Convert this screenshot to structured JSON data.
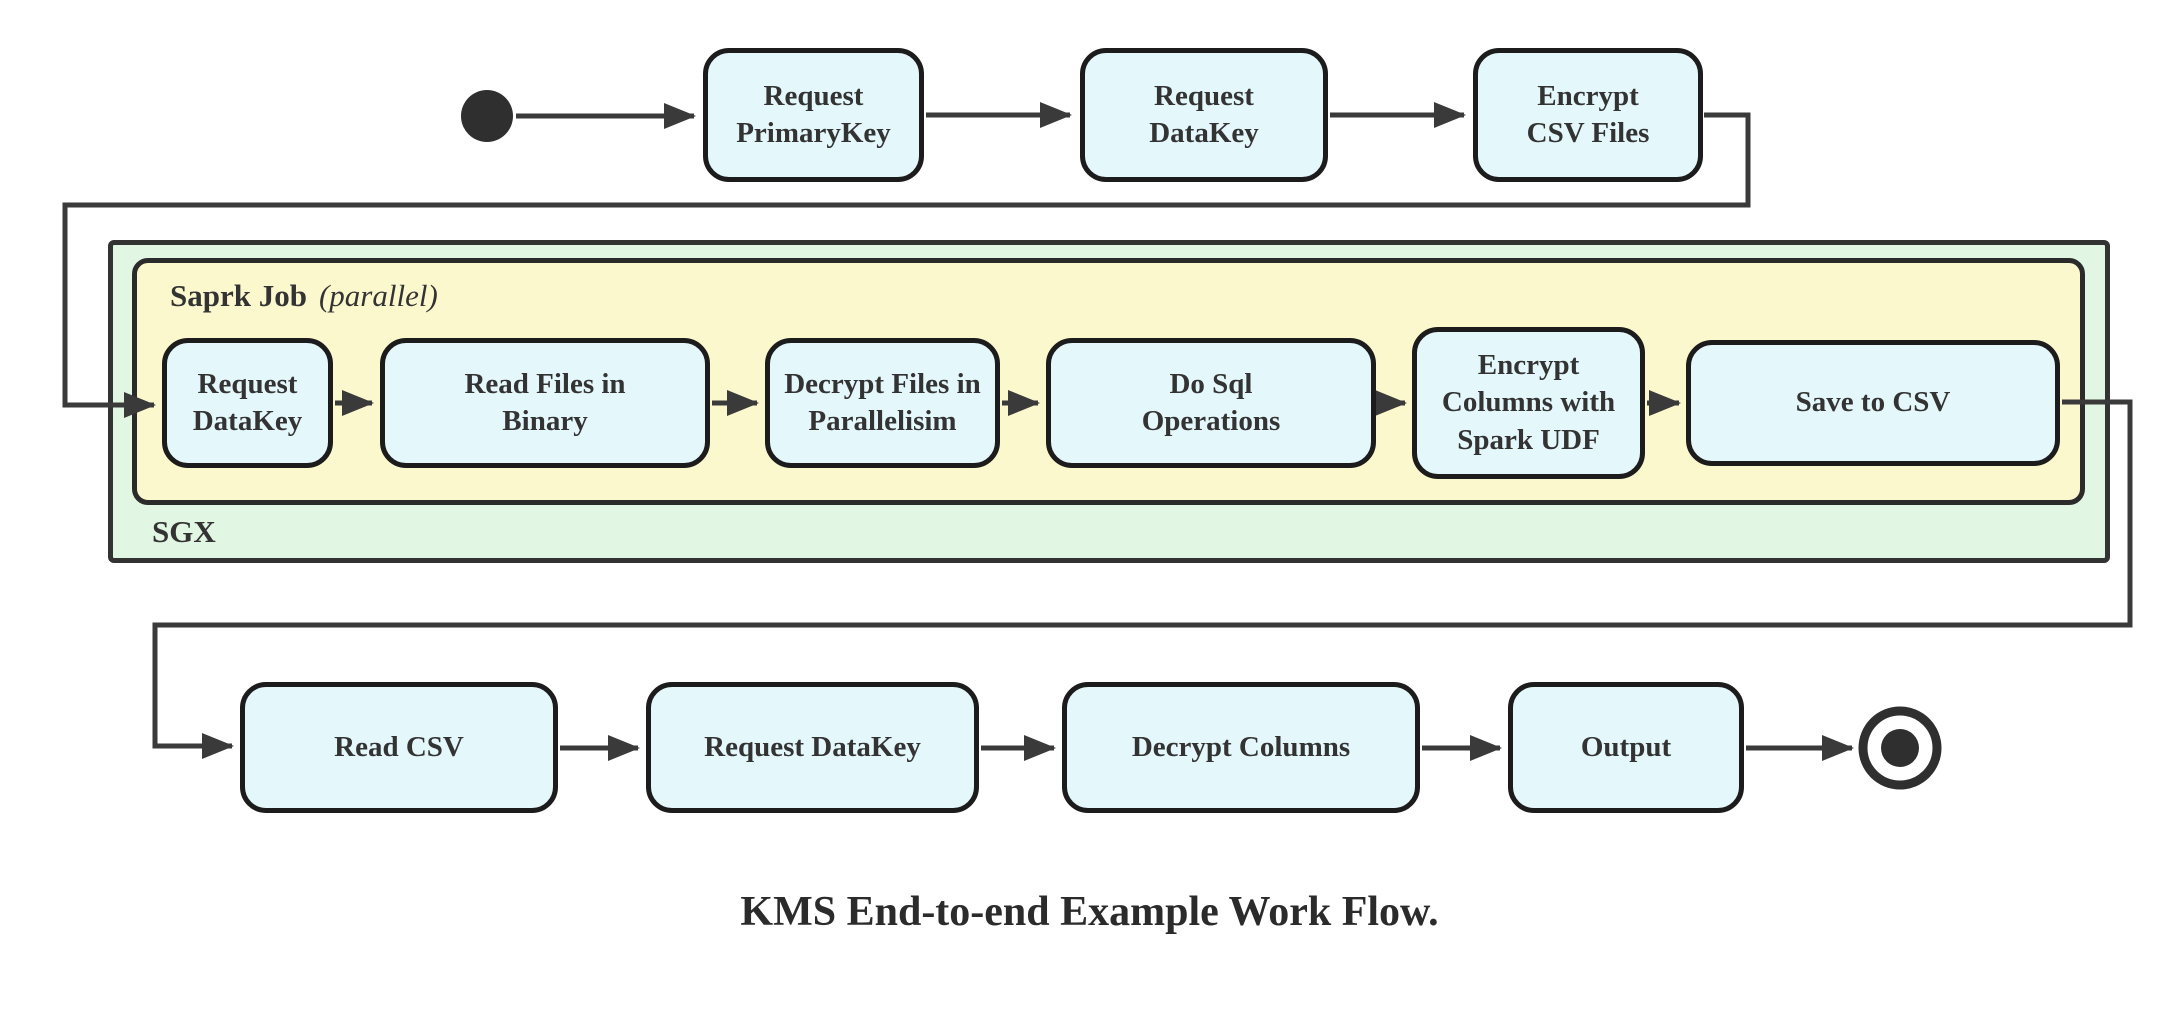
{
  "diagram": {
    "caption": "KMS End-to-end Example Work Flow.",
    "colors": {
      "node_fill": "#E4F7FB",
      "node_border": "#1C1C1C",
      "node_text": "#333333",
      "line": "#3A3A3A",
      "state": "#2F2F2F",
      "sgx_fill": "#E1F6E3",
      "sgx_border": "#333333",
      "spark_fill": "#FCF8CE",
      "spark_border": "#2B2B2B",
      "canvas": "#FFFFFF"
    },
    "top_row": {
      "nodes": [
        {
          "label": "Request\nPrimaryKey"
        },
        {
          "label": "Request\nDataKey"
        },
        {
          "label": "Encrypt\nCSV Files"
        }
      ]
    },
    "sgx": {
      "label": "SGX",
      "spark": {
        "label": "Saprk Job",
        "annotation": "(parallel)",
        "nodes": [
          {
            "label": "Request\nDataKey"
          },
          {
            "label": "Read Files in\nBinary"
          },
          {
            "label": "Decrypt Files in\nParallelisim"
          },
          {
            "label": "Do Sql\nOperations"
          },
          {
            "label": "Encrypt\nColumns with\nSpark UDF"
          },
          {
            "label": "Save to CSV"
          }
        ]
      }
    },
    "bottom_row": {
      "nodes": [
        {
          "label": "Read CSV"
        },
        {
          "label": "Request DataKey"
        },
        {
          "label": "Decrypt Columns"
        },
        {
          "label": "Output"
        }
      ]
    }
  }
}
